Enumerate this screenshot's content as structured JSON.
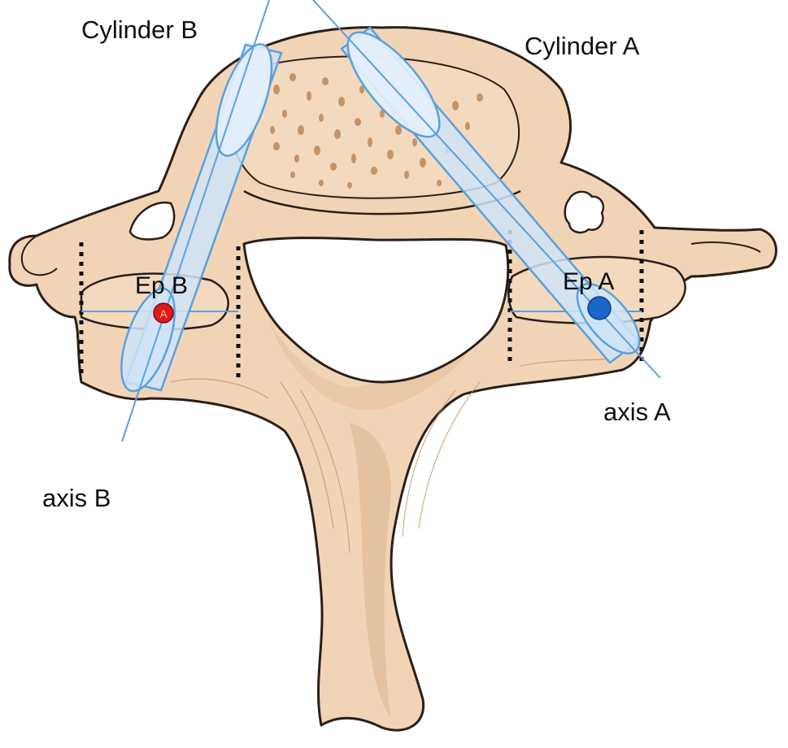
{
  "labels": {
    "cylinder_a": "Cylinder A",
    "cylinder_b": "Cylinder B",
    "ep_a": "Ep A",
    "ep_b": "Ep B",
    "axis_a": "axis A",
    "axis_b": "axis B",
    "ep_b_marker": "A"
  },
  "colors": {
    "bone_fill": "#f1d4b6",
    "bone_stroke": "#2a1f18",
    "bone_shade": "#d9b28e",
    "pore": "#c59365",
    "cylinder_fill": "#cfe4f8",
    "cylinder_stroke": "#5aa0de",
    "axis_line": "#5aa0de",
    "ep_a_point": "#1a66c9",
    "ep_b_point": "#e01a1a",
    "boundary_dots": "#111111"
  }
}
